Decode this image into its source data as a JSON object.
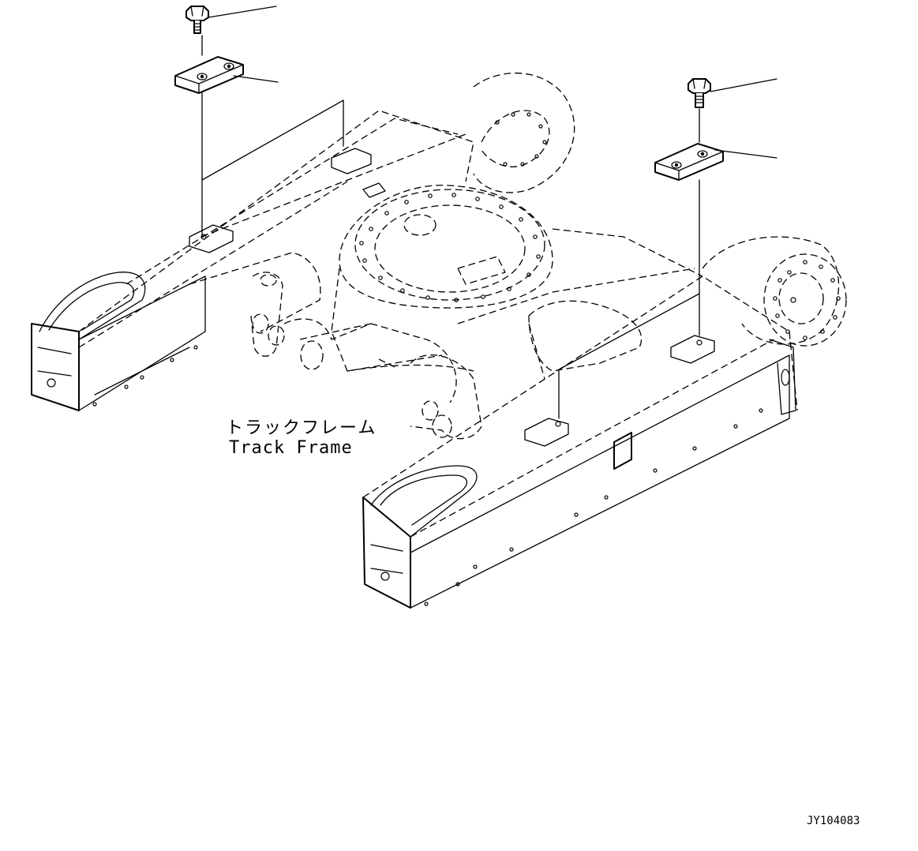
{
  "diagram": {
    "label_jp": "トラックフレーム",
    "label_en": "Track Frame",
    "drawing_code": "JY104083"
  },
  "parts": [
    {
      "name": "bolt-left"
    },
    {
      "name": "plate-left"
    },
    {
      "name": "bolt-right"
    },
    {
      "name": "plate-right"
    }
  ]
}
